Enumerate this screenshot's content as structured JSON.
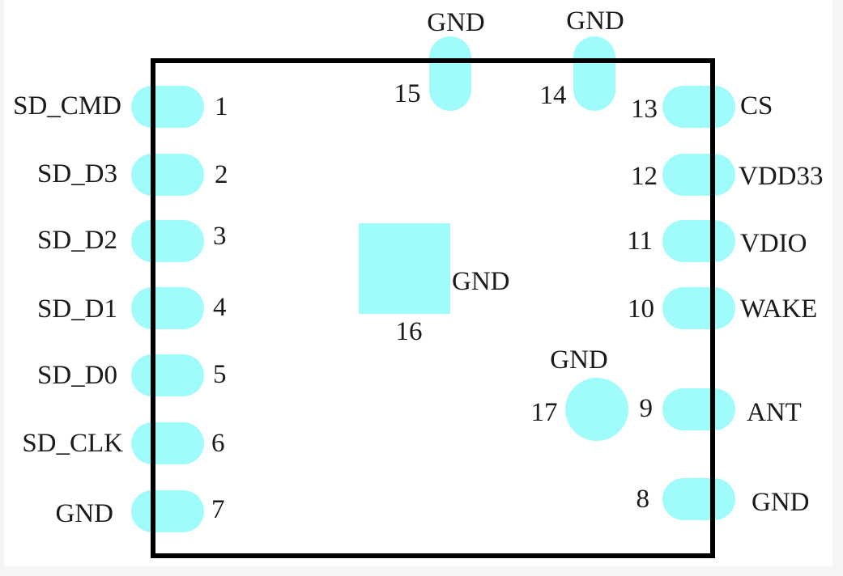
{
  "colors": {
    "pad": "#9ffcfb",
    "outline": "#000000",
    "text": "#1a1a1a"
  },
  "left_pins": [
    {
      "num": "1",
      "name": "SD_CMD"
    },
    {
      "num": "2",
      "name": "SD_D3"
    },
    {
      "num": "3",
      "name": "SD_D2"
    },
    {
      "num": "4",
      "name": "SD_D1"
    },
    {
      "num": "5",
      "name": "SD_D0"
    },
    {
      "num": "6",
      "name": "SD_CLK"
    },
    {
      "num": "7",
      "name": "GND"
    }
  ],
  "right_pins": [
    {
      "num": "13",
      "name": "CS"
    },
    {
      "num": "12",
      "name": "VDD33"
    },
    {
      "num": "11",
      "name": "VDIO"
    },
    {
      "num": "10",
      "name": "WAKE"
    },
    {
      "num": "9",
      "name": "ANT"
    },
    {
      "num": "8",
      "name": "GND"
    }
  ],
  "top_pins": [
    {
      "num": "15",
      "name": "GND"
    },
    {
      "num": "14",
      "name": "GND"
    }
  ],
  "center_pad": {
    "num": "16",
    "name": "GND"
  },
  "round_pad": {
    "num": "17",
    "name": "GND"
  }
}
